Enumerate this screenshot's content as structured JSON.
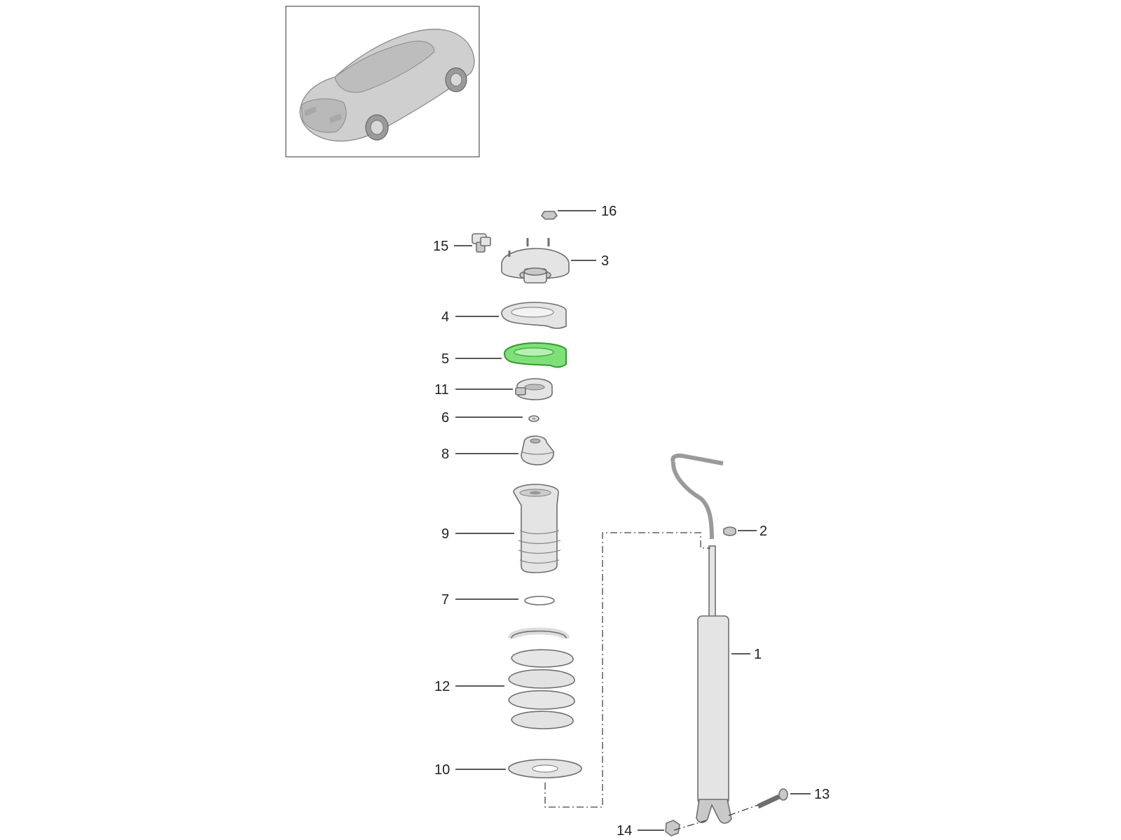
{
  "diagram": {
    "highlighted_part": "5",
    "callouts": [
      {
        "id": "16",
        "label": "16"
      },
      {
        "id": "15",
        "label": "15"
      },
      {
        "id": "3",
        "label": "3"
      },
      {
        "id": "4",
        "label": "4"
      },
      {
        "id": "5",
        "label": "5"
      },
      {
        "id": "11",
        "label": "11"
      },
      {
        "id": "6",
        "label": "6"
      },
      {
        "id": "8",
        "label": "8"
      },
      {
        "id": "9",
        "label": "9"
      },
      {
        "id": "2",
        "label": "2"
      },
      {
        "id": "7",
        "label": "7"
      },
      {
        "id": "1",
        "label": "1"
      },
      {
        "id": "12",
        "label": "12"
      },
      {
        "id": "10",
        "label": "10"
      },
      {
        "id": "13",
        "label": "13"
      },
      {
        "id": "14",
        "label": "14"
      }
    ],
    "colors": {
      "highlight": "#7fe07a",
      "part_fill": "#e4e4e4",
      "outline": "#6e6e6e"
    }
  }
}
